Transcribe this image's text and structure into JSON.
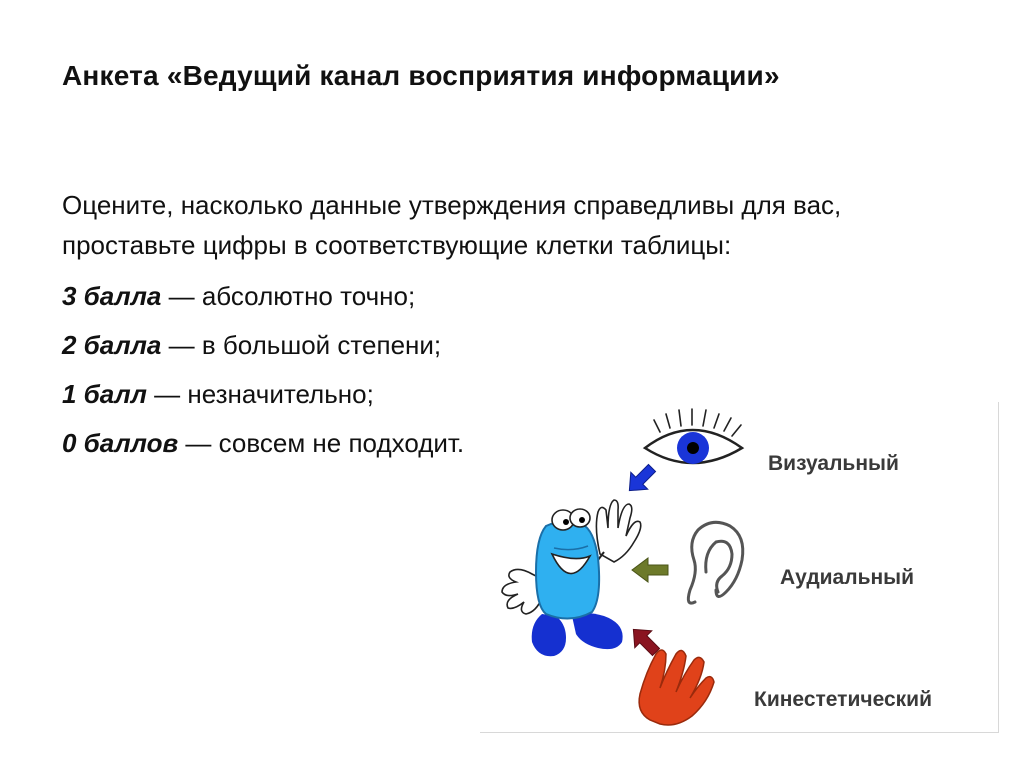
{
  "title": "Анкета «Ведущий канал восприятия информации»",
  "intro": "Оцените, насколько данные утверждения справедливы для вас, проставьте цифры в соответствующие клетки таблицы:",
  "scores": [
    {
      "key": "3 балла",
      "desc": " — абсолютно точно;"
    },
    {
      "key": "2 балла",
      "desc": " — в большой степени;"
    },
    {
      "key": "1 балл",
      "desc": " — незначительно;"
    },
    {
      "key": "0 баллов",
      "desc": " — совсем не подходит."
    }
  ],
  "channels": {
    "visual": "Визуальный",
    "audial": "Аудиальный",
    "kinesthetic": "Кинестетический"
  },
  "colors": {
    "eye_iris": "#1a35d8",
    "arrow_visual": "#1a35d8",
    "arrow_audial": "#6d7a2a",
    "arrow_kinesthetic": "#8a1420",
    "character_body": "#2fb0f0",
    "character_feet": "#1530d0",
    "hand_kinesthetic": "#e0421a"
  }
}
